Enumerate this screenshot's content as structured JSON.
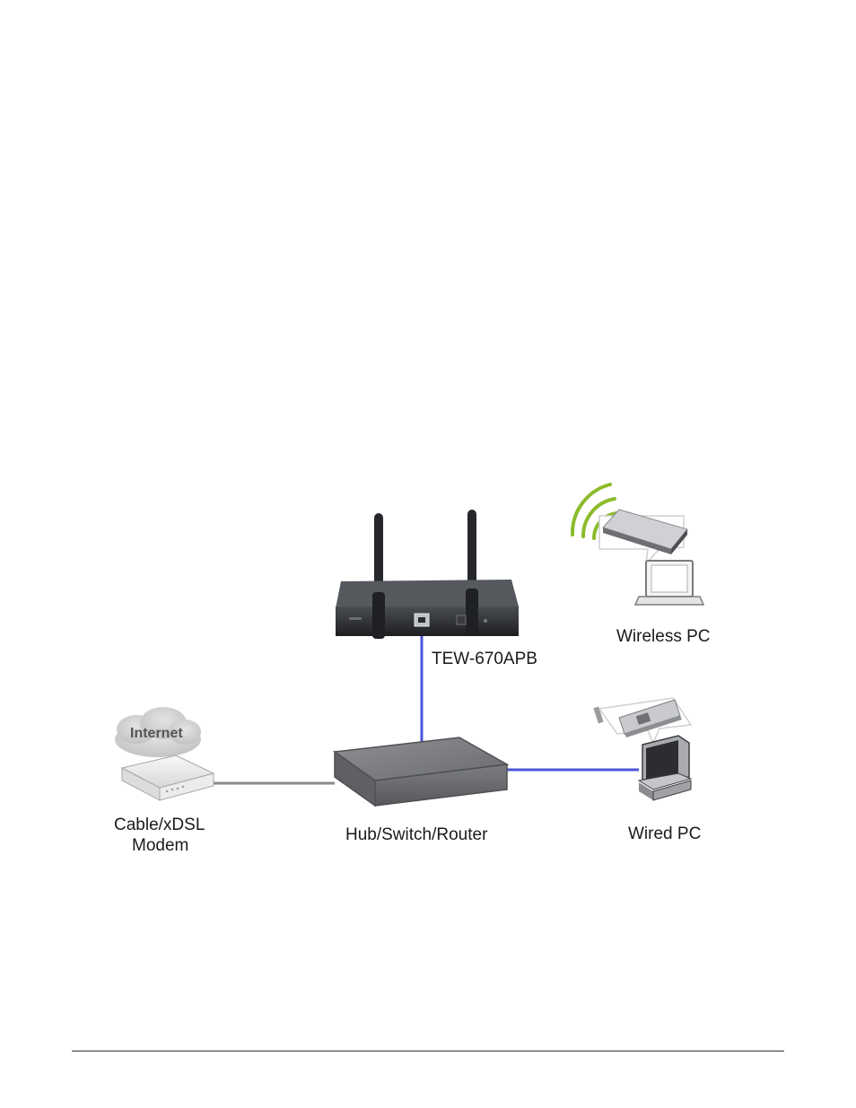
{
  "diagram": {
    "labels": {
      "access_point": "TEW-670APB",
      "wireless_pc": "Wireless PC",
      "modem_line1": "Cable/xDSL",
      "modem_line2": "Modem",
      "hub": "Hub/Switch/Router",
      "wired_pc": "Wired PC",
      "internet": "Internet"
    },
    "colors": {
      "link_blue": "#4a55d8",
      "link_gray": "#8a8a8a",
      "wifi_green": "#8cbb2c",
      "device_dark": "#2d2f33"
    },
    "connections": [
      {
        "from": "access_point",
        "to": "hub",
        "kind": "ethernet-blue"
      },
      {
        "from": "hub",
        "to": "wired_pc",
        "kind": "ethernet-blue"
      },
      {
        "from": "modem",
        "to": "hub",
        "kind": "ethernet-gray"
      }
    ]
  }
}
